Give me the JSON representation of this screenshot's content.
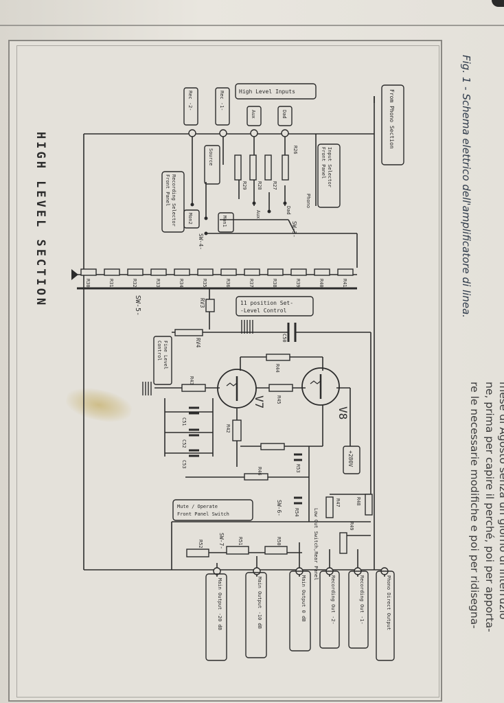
{
  "caption": "Fig. 1 - Schema elettrico dell'amplificatore di linea.",
  "body_text": [
    "mese di Agosto senza un giorno di interruzio",
    "ne, prima per capire il perché, poi per apporta-",
    "re le necessarie modifiche e poi per ridisegna-"
  ],
  "section_title": "HIGH LEVEL SECTION",
  "inputs": {
    "from_phono": "From Phono Section",
    "high_level_inputs": "High Level Inputs",
    "dad": "Dad",
    "aux": "Aux",
    "rec1": "Rec -1-",
    "rec2": "Rec -2-"
  },
  "switches": {
    "input_selector": [
      "Input Selector",
      "Front Panel"
    ],
    "phono": "Phono",
    "dad": "Dad",
    "aux": "Aux",
    "source": "Source",
    "mon1": "Mon1",
    "mon2": "Mon2",
    "recording_selector": [
      "Recording Selector",
      "Front Panel"
    ],
    "sw3": "SW-3-",
    "sw4": "SW-4-",
    "sw5": "SW-5-",
    "sw6": "SW-6-",
    "sw7": "SW-7-"
  },
  "controls": {
    "set_level": [
      "11 position Set-",
      "-Level Control"
    ],
    "fine_level": [
      "Fine Level",
      "Control"
    ],
    "mute": [
      "Mute / Operate",
      "Front Panel Switch"
    ],
    "low_out": [
      "Low Out Switch",
      "Rear Panel"
    ],
    "supply": "+280V"
  },
  "tubes": {
    "v7": "V7",
    "v8": "V8"
  },
  "components": {
    "ladder": [
      "R41",
      "R40",
      "R39",
      "R38",
      "R37",
      "R36",
      "R35",
      "R34",
      "R33",
      "R32",
      "R31",
      "R30"
    ],
    "rv3": "RV3",
    "rv4": "RV4",
    "c50": "C50",
    "c51": "C51",
    "c52": "C52",
    "c53": "C53",
    "r42": "R42",
    "r43": "R43",
    "r44": "R44",
    "r45": "R45",
    "r46": "R46",
    "r47": "R47",
    "r48": "R48",
    "r49": "R49",
    "r50": "R50",
    "r51": "R51",
    "r52": "R52",
    "r53": "R53",
    "r54": "R54",
    "r26": "R26",
    "r27": "R27",
    "r28": "R28",
    "r29": "R29"
  },
  "outputs": {
    "phono_direct": "Phono Direct Output",
    "rec1": "Recording Out -1-",
    "rec2": "Recording Out -2-",
    "main0": "Main Output 0 dB",
    "main10": "Main Output -10 dB",
    "main20": "Main Output -20 dB"
  },
  "colors": {
    "paper": "#e4e1da",
    "ink": "#2b2b2b",
    "caption": "#2e3a4a",
    "stain": "#bca046"
  }
}
